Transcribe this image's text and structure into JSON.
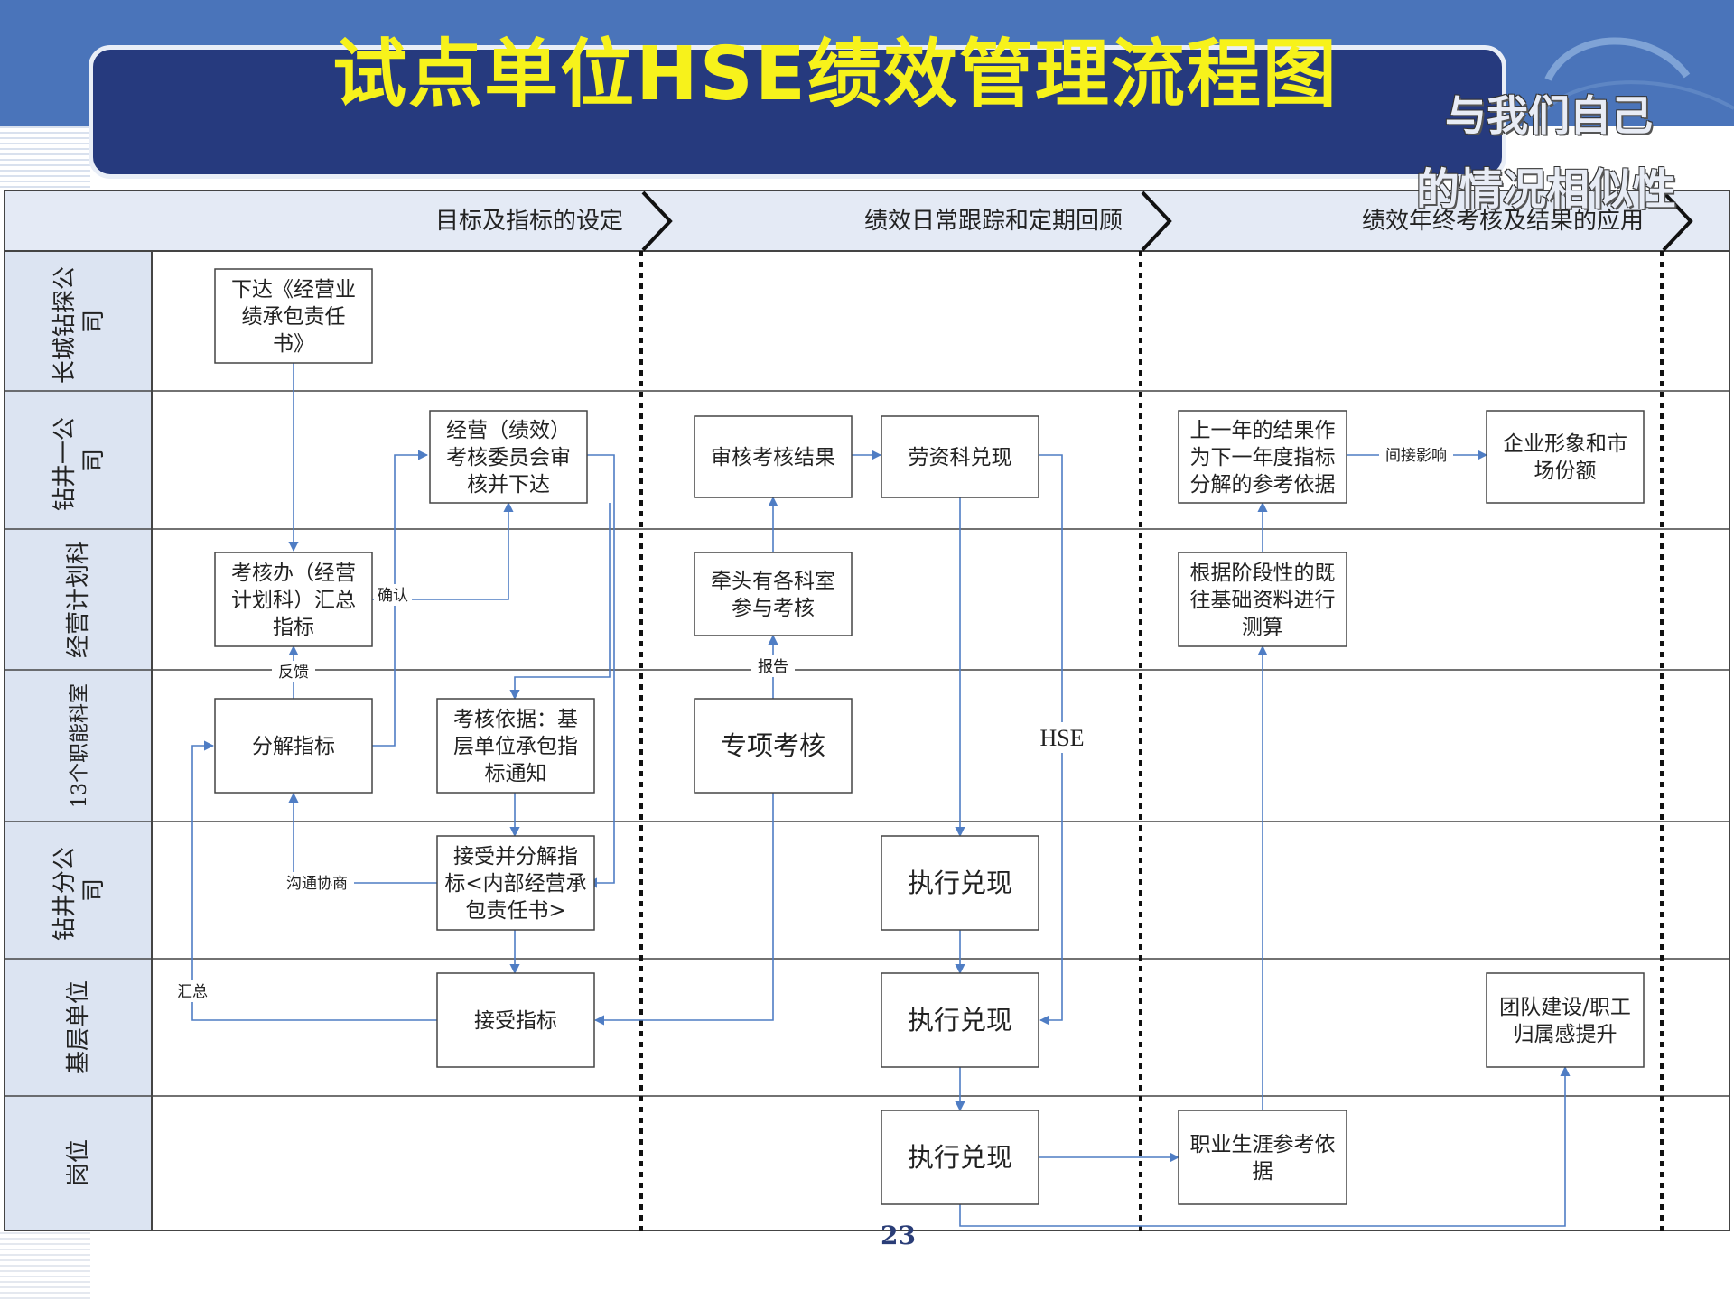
{
  "title": "试点单位HSE绩效管理流程图",
  "side_note": [
    "与我们自己",
    "的情况相似性"
  ],
  "page_number": "23",
  "colors": {
    "banner": "#4a74ba",
    "title_bg": "#263a7e",
    "title_text": "#f7f21b",
    "header_fill": "#e4eaf5",
    "lane_fill": "#dce4f2",
    "connector": "#4f7dc4"
  },
  "phases": [
    "目标及指标的设定",
    "绩效日常跟踪和定期回顾",
    "绩效年终考核及结果的应用"
  ],
  "lanes": [
    {
      "id": "changcheng",
      "label": [
        "长城钻探公",
        "司"
      ]
    },
    {
      "id": "zuanjing1",
      "label": [
        "钻井一公",
        "司"
      ]
    },
    {
      "id": "jihua",
      "label": [
        "经营计划科"
      ]
    },
    {
      "id": "keshi13",
      "label": [
        "13个职能科室"
      ]
    },
    {
      "id": "fengongsi",
      "label": [
        "钻井分公",
        "司"
      ]
    },
    {
      "id": "jiceng",
      "label": [
        "基层单位"
      ]
    },
    {
      "id": "gangwei",
      "label": [
        "岗位"
      ]
    }
  ],
  "boxes": [
    {
      "id": "b1",
      "lines": [
        "下达《经营业",
        "绩承包责任",
        "书》"
      ]
    },
    {
      "id": "b2",
      "lines": [
        "经营（绩效）",
        "考核委员会审",
        "核并下达"
      ]
    },
    {
      "id": "b3",
      "lines": [
        "考核办（经营",
        "计划科）汇总",
        "指标"
      ]
    },
    {
      "id": "b4",
      "lines": [
        "分解指标"
      ]
    },
    {
      "id": "b5",
      "lines": [
        "考核依据：基",
        "层单位承包指",
        "标通知"
      ]
    },
    {
      "id": "b6",
      "lines": [
        "接受并分解指",
        "标<内部经营承",
        "包责任书>"
      ]
    },
    {
      "id": "b7",
      "lines": [
        "接受指标"
      ]
    },
    {
      "id": "b8",
      "lines": [
        "审核考核结果"
      ]
    },
    {
      "id": "b9",
      "lines": [
        "劳资科兑现"
      ]
    },
    {
      "id": "b10",
      "lines": [
        "牵头有各科室",
        "参与考核"
      ]
    },
    {
      "id": "b11",
      "lines": [
        "专项考核"
      ]
    },
    {
      "id": "b12",
      "lines": [
        "执行兑现"
      ]
    },
    {
      "id": "b13",
      "lines": [
        "执行兑现"
      ]
    },
    {
      "id": "b14",
      "lines": [
        "执行兑现"
      ]
    },
    {
      "id": "b15",
      "lines": [
        "上一年的结果作",
        "为下一年度指标",
        "分解的参考依据"
      ]
    },
    {
      "id": "b16",
      "lines": [
        "企业形象和市",
        "场份额"
      ]
    },
    {
      "id": "b17",
      "lines": [
        "根据阶段性的既",
        "往基础资料进行",
        "测算"
      ]
    },
    {
      "id": "b18",
      "lines": [
        "职业生涯参考依",
        "据"
      ]
    },
    {
      "id": "b19",
      "lines": [
        "团队建设/职工",
        "归属感提升"
      ]
    }
  ],
  "edge_labels": {
    "confirm": "确认",
    "feedback": "反馈",
    "communicate": "沟通协商",
    "summary": "汇总",
    "report": "报告",
    "indirect": "间接影响",
    "hse": "HSE"
  }
}
